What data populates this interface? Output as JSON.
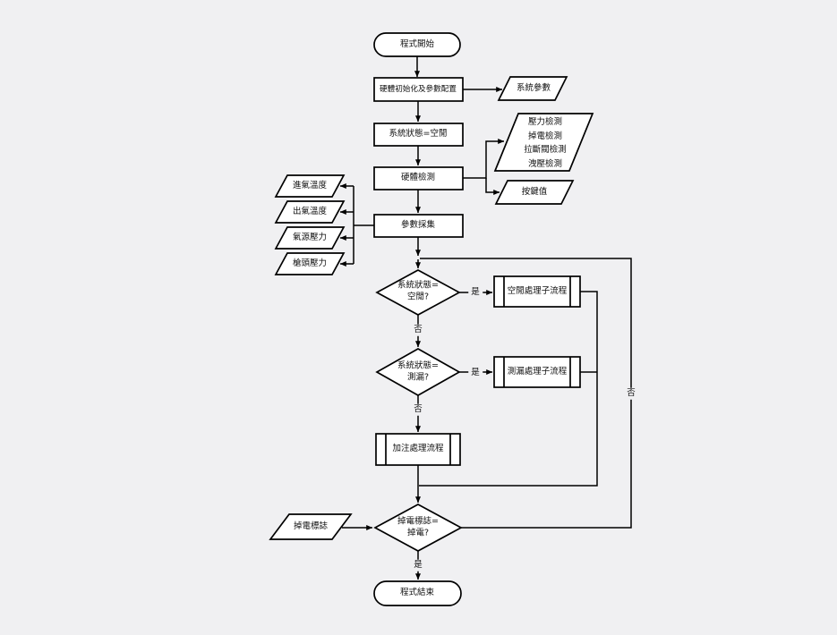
{
  "canvas": {
    "background": "#f0f0f2",
    "shape_fill": "#ffffff",
    "line_color": "#000000"
  },
  "nodes": {
    "start": {
      "label": "程式開始"
    },
    "init": {
      "label": "硬體初始化及參數配置"
    },
    "sys_params": {
      "label": "系統參數"
    },
    "state_idle": {
      "label": "系統狀態=空閒"
    },
    "hw_check": {
      "label": "硬體檢測"
    },
    "hw_check_outputs": {
      "lines": [
        "壓力檢測",
        "掉電檢測",
        "拉斷閥檢測",
        "洩壓檢測"
      ]
    },
    "key_value": {
      "label": "按鍵值"
    },
    "collect": {
      "label": "參數採集"
    },
    "inlet_temp": {
      "label": "進氣溫度"
    },
    "outlet_temp": {
      "label": "出氣溫度"
    },
    "source_pressure": {
      "label": "氣源壓力"
    },
    "gun_pressure": {
      "label": "槍頭壓力"
    },
    "decision_idle": {
      "line1": "系統狀態=",
      "line2": "空閒?"
    },
    "idle_sub": {
      "label": "空閒處理子流程"
    },
    "decision_leak": {
      "line1": "系統狀態=",
      "line2": "測漏?"
    },
    "leak_sub": {
      "label": "測漏處理子流程"
    },
    "fill_process": {
      "label": "加注處理流程"
    },
    "poweroff_flag": {
      "label": "掉電標誌"
    },
    "decision_poweroff": {
      "line1": "掉電標誌=",
      "line2": "掉電?"
    },
    "end": {
      "label": "程式結束"
    }
  },
  "edge_labels": {
    "yes_idle": "是",
    "no_idle": "否",
    "yes_leak": "是",
    "no_leak": "否",
    "no_poweroff": "否",
    "yes_poweroff": "是"
  }
}
